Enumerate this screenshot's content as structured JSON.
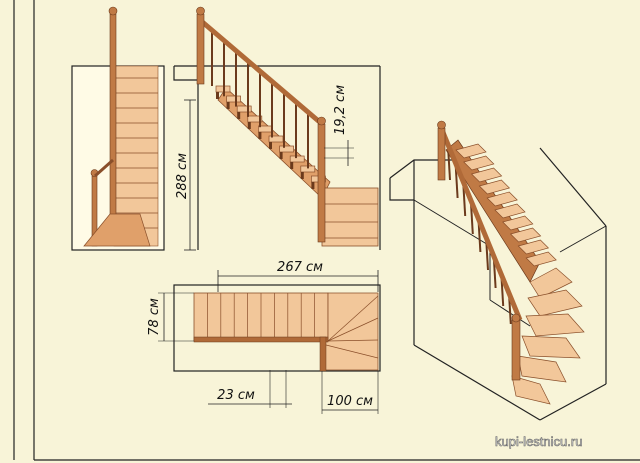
{
  "dimensions": {
    "height": "288 см",
    "riser": "19,2 см",
    "total_length": "267 см",
    "width": "78 см",
    "tread_offset": "23 см",
    "landing_length": "100 см"
  },
  "watermark": "kupi-lestnicu.ru",
  "colors": {
    "background": "#f8f4d8",
    "wood_light": "#f2c79a",
    "wood_mid": "#e0a06a",
    "wood_dark": "#8a4f2a",
    "line": "#222222"
  }
}
